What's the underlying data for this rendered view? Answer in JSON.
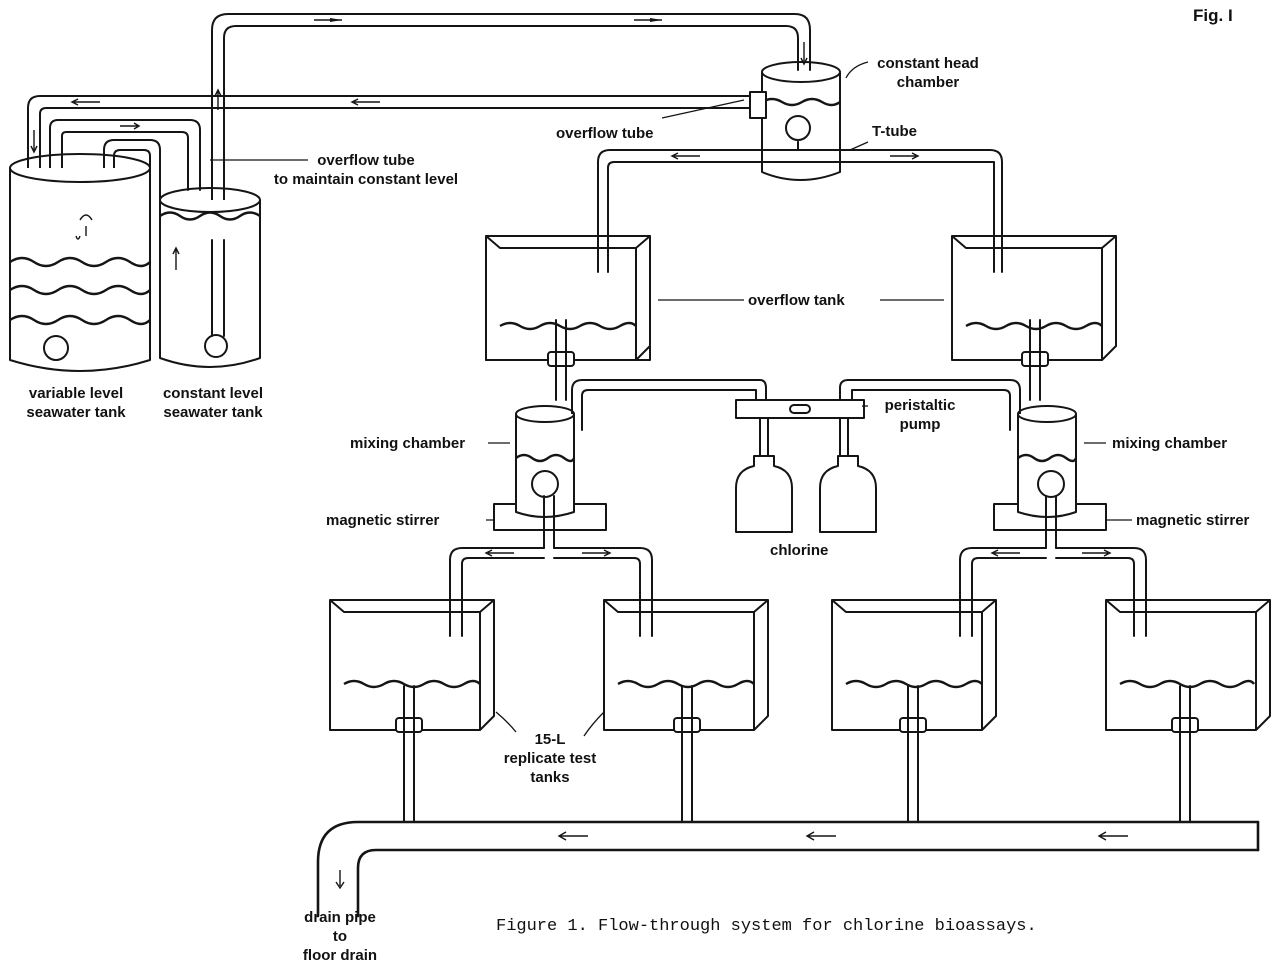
{
  "figure": {
    "number": "Fig. I",
    "caption": "Figure 1.  Flow-through system for chlorine bioassays."
  },
  "labels": {
    "constant_head_chamber": [
      "constant head",
      "chamber"
    ],
    "overflow_tube_top": "overflow tube",
    "t_tube": "T-tube",
    "overflow_tube_level": [
      "overflow tube",
      "to maintain constant level"
    ],
    "variable_tank": [
      "variable level",
      "seawater tank"
    ],
    "constant_tank": [
      "constant level",
      "seawater tank"
    ],
    "overflow_tank": "overflow tank",
    "peristaltic_pump": [
      "peristaltic",
      "pump"
    ],
    "mixing_chamber": "mixing chamber",
    "magnetic_stirrer": "magnetic stirrer",
    "chlorine": "chlorine",
    "replicate_tanks": [
      "15-L",
      "replicate test",
      "tanks"
    ],
    "drain_pipe": [
      "drain pipe",
      "to",
      "floor drain"
    ]
  }
}
